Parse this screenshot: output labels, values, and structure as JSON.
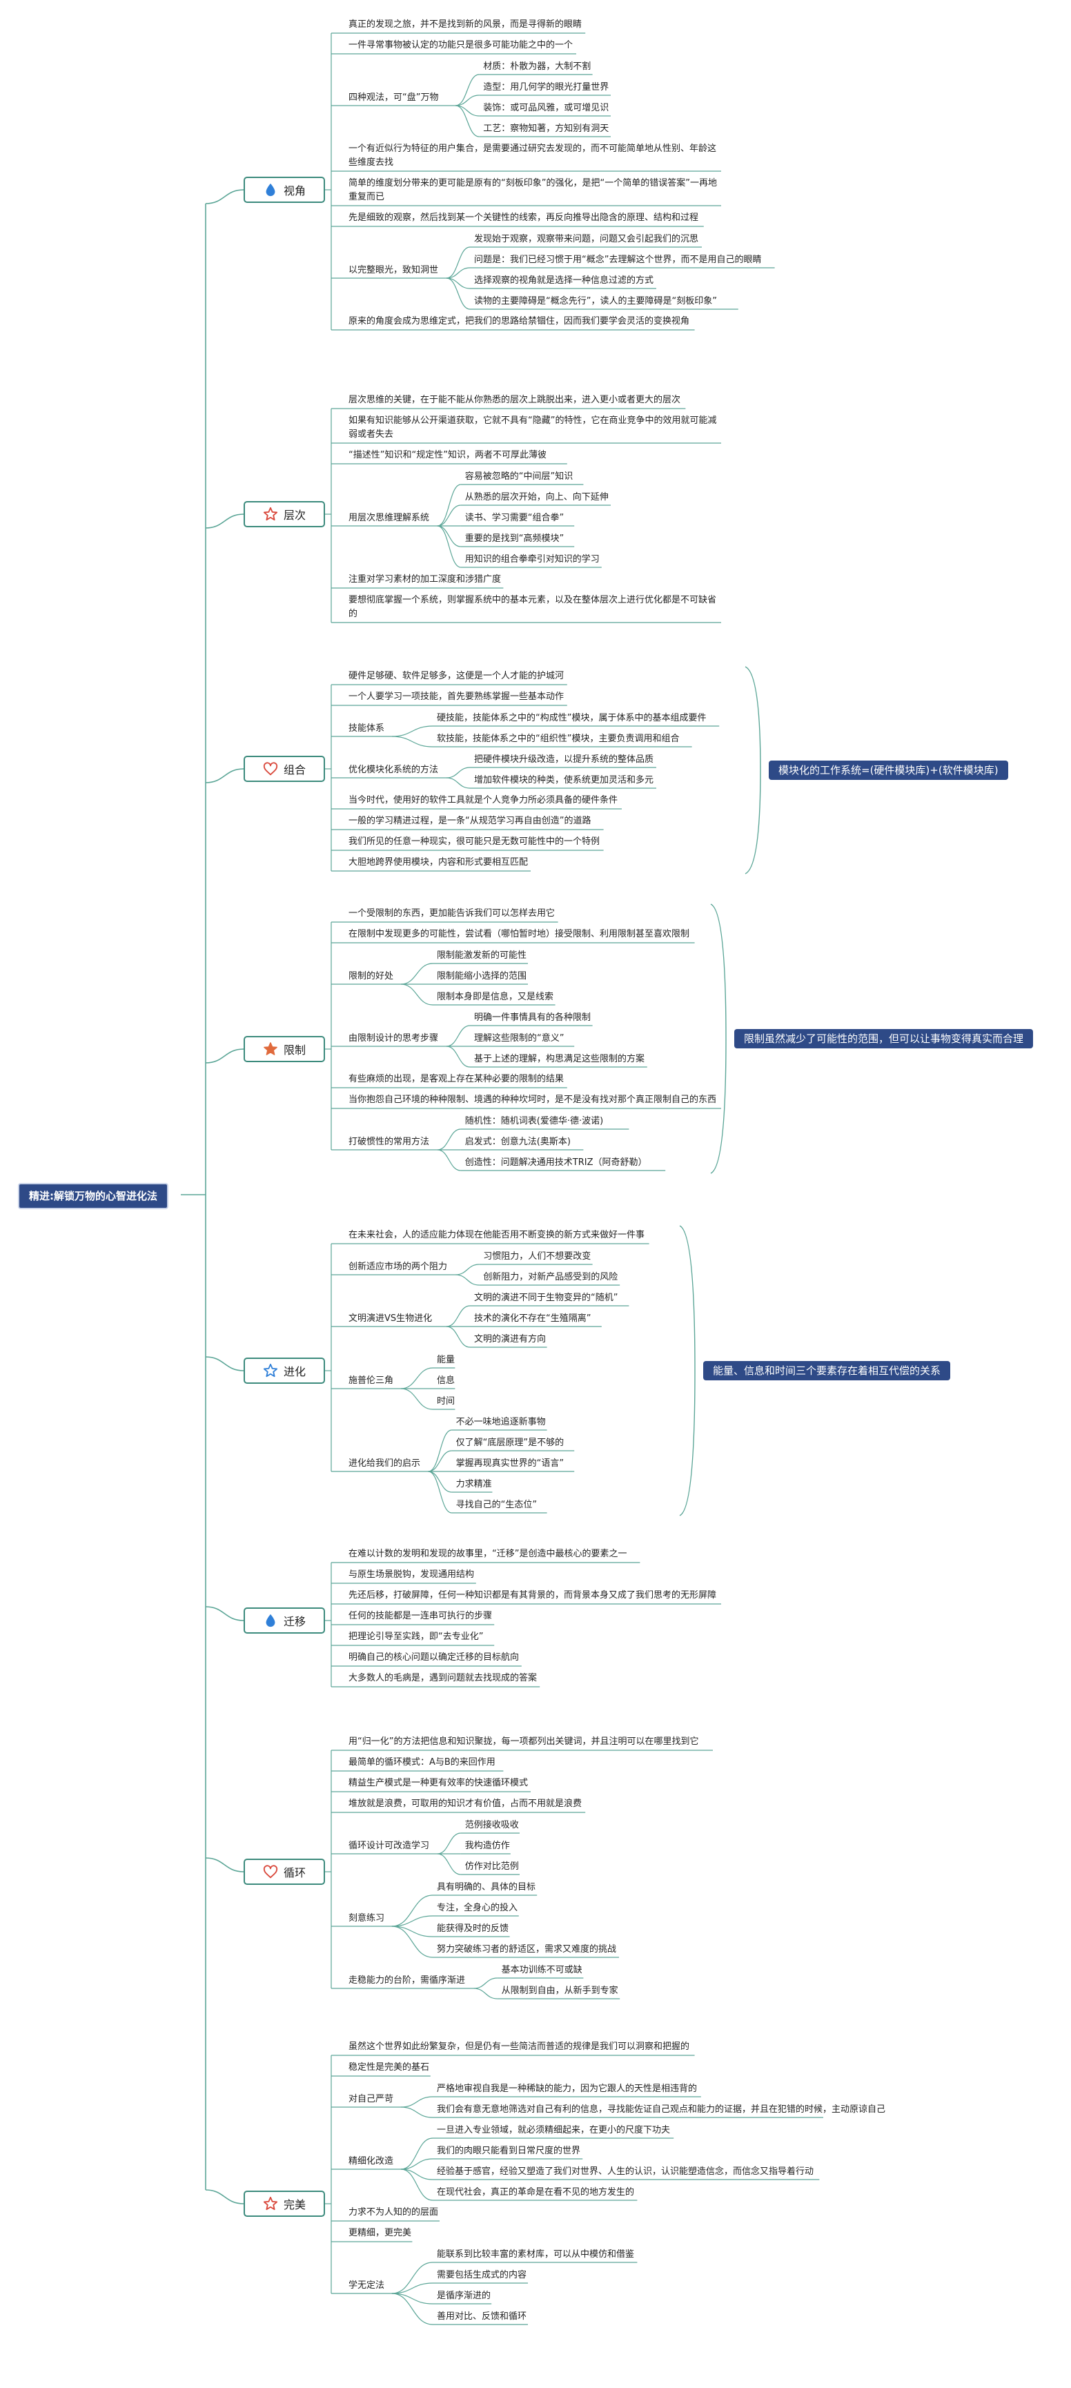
{
  "root": "精进:解锁万物的心智进化法",
  "categories": [
    {
      "label": "视角",
      "icon": "drop-icon",
      "color": "#2f7fd8",
      "items": [
        {
          "text": "真正的发现之旅，并不是找到新的风景，而是寻得新的眼睛"
        },
        {
          "text": "一件寻常事物被认定的功能只是很多可能功能之中的一个"
        },
        {
          "text": "四种观法，可“盘”万物",
          "children": [
            "材质：朴散为器，大制不割",
            "造型：用几何学的眼光打量世界",
            "装饰：或可品风雅，或可增见识",
            "工艺：察物知著，方知别有洞天"
          ]
        },
        {
          "text": "一个有近似行为特征的用户集合，是需要通过研究去发现的，而不可能简单地从性别、年龄这些维度去找"
        },
        {
          "text": "简单的维度划分带来的更可能是原有的“刻板印象”的强化，是把“一个简单的错误答案”一再地重复而已"
        },
        {
          "text": "先是细致的观察，然后找到某一个关键性的线索，再反向推导出隐含的原理、结构和过程"
        },
        {
          "text": "以完整眼光，致知洞世",
          "children": [
            "发现始于观察，观察带来问题，问题又会引起我们的沉思",
            "问题是：我们已经习惯于用“概念”去理解这个世界，而不是用自己的眼睛",
            "选择观察的视角就是选择一种信息过滤的方式",
            "读物的主要障碍是“概念先行”，读人的主要障碍是“刻板印象”"
          ]
        },
        {
          "text": "原来的角度会成为思维定式，把我们的思路给禁锢住，因而我们要学会灵活的变换视角"
        }
      ]
    },
    {
      "label": "层次",
      "icon": "star-outline-icon",
      "color": "#d9473a",
      "items": [
        {
          "text": "层次思维的关键，在于能不能从你熟悉的层次上跳脱出来，进入更小或者更大的层次"
        },
        {
          "text": "如果有知识能够从公开渠道获取，它就不具有“隐藏”的特性，它在商业竞争中的效用就可能减弱或者失去"
        },
        {
          "text": "“描述性”知识和“规定性”知识，两者不可厚此薄彼"
        },
        {
          "text": "用层次思维理解系统",
          "children": [
            "容易被忽略的“中间层”知识",
            "从熟悉的层次开始，向上、向下延伸",
            "读书、学习需要“组合拳”",
            "重要的是找到“高频模块”",
            "用知识的组合拳牵引对知识的学习"
          ]
        },
        {
          "text": "注重对学习素材的加工深度和涉猎广度"
        },
        {
          "text": "要想彻底掌握一个系统，则掌握系统中的基本元素，以及在整体层次上进行优化都是不可缺省的"
        }
      ]
    },
    {
      "label": "组合",
      "icon": "heart-outline-icon",
      "color": "#d9473a",
      "summary": "模块化的工作系统=(硬件模块库)+(软件模块库)",
      "items": [
        {
          "text": "硬件足够硬、软件足够多，这便是一个人才能的护城河"
        },
        {
          "text": "一个人要学习一项技能，首先要熟练掌握一些基本动作"
        },
        {
          "text": "技能体系",
          "children": [
            "硬技能，技能体系之中的“构成性”模块，属于体系中的基本组成要件",
            "软技能，技能体系之中的“组织性”模块，主要负责调用和组合"
          ]
        },
        {
          "text": "优化模块化系统的方法",
          "children": [
            "把硬件模块升级改造，以提升系统的整体品质",
            "增加软件模块的种类，使系统更加灵活和多元"
          ]
        },
        {
          "text": "当今时代，使用好的软件工具就是个人竞争力所必须具备的硬件条件"
        },
        {
          "text": "一般的学习精进过程，是一条“从规范学习再自由创造”的道路"
        },
        {
          "text": "我们所见的任意一种现实，很可能只是无数可能性中的一个特例"
        },
        {
          "text": "大胆地跨界使用模块，内容和形式要相互匹配"
        }
      ]
    },
    {
      "label": "限制",
      "icon": "star-filled-icon",
      "color": "#e06a3c",
      "summary": "限制虽然减少了可能性的范围，但可以让事物变得真实而合理",
      "items": [
        {
          "text": "一个受限制的东西，更加能告诉我们可以怎样去用它"
        },
        {
          "text": "在限制中发现更多的可能性，尝试看（哪怕暂时地）接受限制、利用限制甚至喜欢限制"
        },
        {
          "text": "限制的好处",
          "children": [
            "限制能激发新的可能性",
            "限制能缩小选择的范围",
            "限制本身即是信息，又是线索"
          ]
        },
        {
          "text": "由限制设计的思考步骤",
          "children": [
            "明确一件事情具有的各种限制",
            "理解这些限制的“意义”",
            "基于上述的理解，构思满足这些限制的方案"
          ]
        },
        {
          "text": "有些麻烦的出现，是客观上存在某种必要的限制的结果"
        },
        {
          "text": "当你抱怨自己环境的种种限制、境遇的种种坎坷时，是不是没有找对那个真正限制自己的东西"
        },
        {
          "text": "打破惯性的常用方法",
          "children": [
            "随机性：随机词表(爱德华·德·波诺)",
            "启发式：创意九法(奥斯本)",
            "创造性：问题解决通用技术TRIZ（阿奇舒勒）"
          ]
        }
      ]
    },
    {
      "label": "进化",
      "icon": "star-outline-blue-icon",
      "color": "#2f7fd8",
      "summary": "能量、信息和时间三个要素存在着相互代偿的关系",
      "items": [
        {
          "text": "在未来社会，人的适应能力体现在他能否用不断变换的新方式来做好一件事"
        },
        {
          "text": "创新适应市场的两个阻力",
          "children": [
            "习惯阻力，人们不想要改变",
            "创新阻力，对新产品感受到的风险"
          ]
        },
        {
          "text": "文明演进VS生物进化",
          "children": [
            "文明的演进不同于生物变异的“随机”",
            "技术的演化不存在“生殖隔离”",
            "文明的演进有方向"
          ]
        },
        {
          "text": "施普伦三角",
          "children": [
            "能量",
            "信息",
            "时间"
          ]
        },
        {
          "text": "进化给我们的启示",
          "children": [
            "不必一味地追逐新事物",
            "仅了解“底层原理”是不够的",
            "掌握再现真实世界的“语言”",
            "力求精准",
            "寻找自己的“生态位”"
          ]
        }
      ]
    },
    {
      "label": "迁移",
      "icon": "drop-icon",
      "color": "#2f7fd8",
      "items": [
        {
          "text": "在难以计数的发明和发现的故事里，“迁移”是创造中最核心的要素之一"
        },
        {
          "text": "与原生场景脱钩，发现通用结构"
        },
        {
          "text": "先还后移，打破屏障，任何一种知识都是有其背景的，而背景本身又成了我们思考的无形屏障"
        },
        {
          "text": "任何的技能都是一连串可执行的步骤"
        },
        {
          "text": "把理论引导至实践，即“去专业化”"
        },
        {
          "text": "明确自己的核心问题以确定迁移的目标航向"
        },
        {
          "text": "大多数人的毛病是，遇到问题就去找现成的答案"
        }
      ]
    },
    {
      "label": "循环",
      "icon": "heart-outline-icon",
      "color": "#d9473a",
      "items": [
        {
          "text": "用“归一化”的方法把信息和知识聚拢，每一项都列出关键词，并且注明可以在哪里找到它"
        },
        {
          "text": "最简单的循环模式：A与B的来回作用"
        },
        {
          "text": "精益生产模式是一种更有效率的快速循环模式"
        },
        {
          "text": "堆放就是浪费，可取用的知识才有价值，占而不用就是浪费"
        },
        {
          "text": "循环设计可改造学习",
          "children": [
            "范例接收吸收",
            "我构造仿作",
            "仿作对比范例"
          ]
        },
        {
          "text": "刻意练习",
          "children": [
            "具有明确的、具体的目标",
            "专注，全身心的投入",
            "能获得及时的反馈",
            "努力突破练习者的舒适区，需求又难度的挑战"
          ]
        },
        {
          "text": "走稳能力的台阶，需循序渐进",
          "children": [
            "基本功训练不可或缺",
            "从限制到自由，从新手到专家"
          ]
        }
      ]
    },
    {
      "label": "完美",
      "icon": "star-outline-icon",
      "color": "#d9473a",
      "items": [
        {
          "text": "虽然这个世界如此纷繁复杂，但是仍有一些简洁而普适的规律是我们可以洞察和把握的"
        },
        {
          "text": "稳定性是完美的基石"
        },
        {
          "text": "对自己严苛",
          "children": [
            "严格地审视自我是一种稀缺的能力，因为它跟人的天性是相违背的",
            "我们会有意无意地筛选对自己有利的信息，寻找能佐证自己观点和能力的证据，并且在犯错的时候，主动原谅自己"
          ]
        },
        {
          "text": "精细化改造",
          "children": [
            "一旦进入专业领域，就必须精细起来，在更小的尺度下功夫",
            "我们的肉眼只能看到日常尺度的世界",
            "经验基于感官，经验又塑造了我们对世界、人生的认识，认识能塑造信念，而信念又指导着行动",
            "在现代社会，真正的革命是在看不见的地方发生的"
          ]
        },
        {
          "text": "力求不为人知的的层面"
        },
        {
          "text": "更精细，更完美"
        },
        {
          "text": "学无定法",
          "children": [
            "能联系到比较丰富的素材库，可以从中模仿和借鉴",
            "需要包括生成式的内容",
            "是循序渐进的",
            "善用对比、反馈和循环"
          ]
        }
      ]
    }
  ]
}
